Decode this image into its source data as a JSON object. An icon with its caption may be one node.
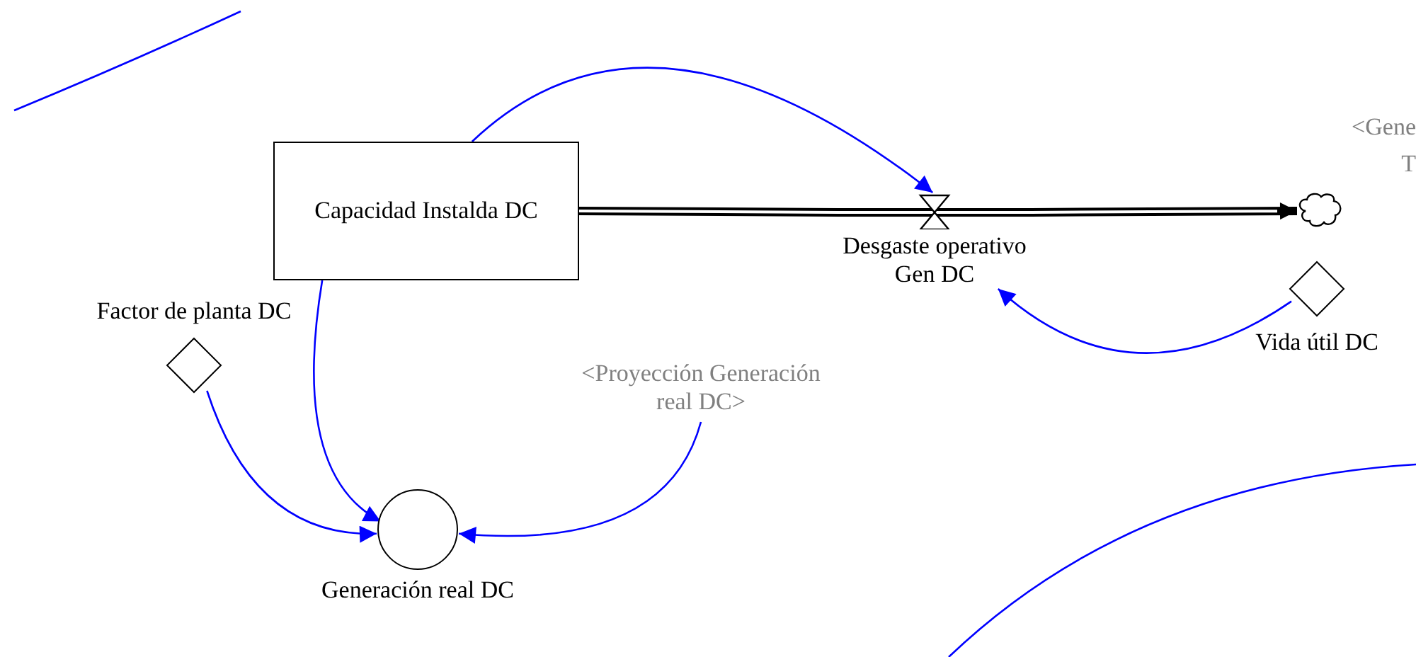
{
  "diagram": {
    "nodes": [
      {
        "text": [
          "Capacidad Instalda DC"
        ]
      },
      {
        "text": [
          "Desgaste operativo Gen DC"
        ]
      },
      {
        "text": [],
        "shape": "cloud"
      },
      {
        "text": [
          "Vida útil DC"
        ]
      },
      {
        "text": [
          "Factor de planta DC"
        ]
      },
      {
        "text": [
          "<Proyección Generación real DC>"
        ]
      },
      {
        "text": [
          "Generación real DC"
        ]
      }
    ],
    "edges": [
      {
        "from": 0,
        "to": 1,
        "arrow": "none",
        "style": "thick",
        "color": "#000000"
      },
      {
        "from": 1,
        "to": 2,
        "arrow": "to",
        "style": "thick",
        "color": "#000000"
      },
      {
        "from": 0,
        "to": 1,
        "arrow": "to"
      },
      {
        "from": 3,
        "to": 1,
        "arrow": "to"
      },
      {
        "from": 4,
        "to": 6,
        "arrow": "to"
      },
      {
        "from": 0,
        "to": 6,
        "arrow": "to"
      },
      {
        "from": 5,
        "to": 6,
        "arrow": "to"
      }
    ],
    "labels": [
      "<Gene",
      "T"
    ]
  }
}
